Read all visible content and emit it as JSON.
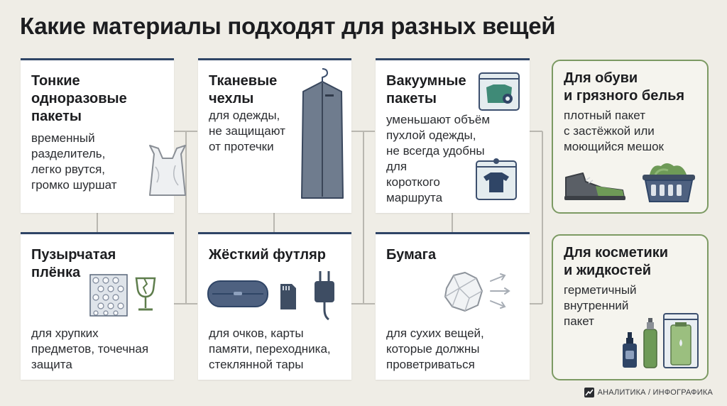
{
  "title": "Какие материалы подходят для разных вещей",
  "cards": {
    "thin_bags": {
      "title": "Тонкие\nодноразовые\nпакеты",
      "desc": "временный\nразделитель,\nлегко рвутся,\nгромко шуршат",
      "icon": "plastic-bag-icon"
    },
    "fabric_covers": {
      "title": "Тканевые\nчехлы",
      "desc": "для одежды,\nне защищают\nот протечки",
      "icon": "garment-cover-icon"
    },
    "vacuum_bags": {
      "title": "Вакуумные\nпакеты",
      "desc": "уменьшают объём\nпухлой одежды,\nне всегда удобны\nдля\nкороткого\nмаршрута",
      "icon": "vacuum-bag-icon"
    },
    "bubble_wrap": {
      "title": "Пузырчатая\nплёнка",
      "desc": "для хрупких\nпредметов, точечная\nзащита",
      "icon": "bubble-wrap-icon"
    },
    "hard_case": {
      "title": "Жёсткий футляр",
      "desc": "для очков, карты\nпамяти, переходника,\nстеклянной тары",
      "icon": "hard-case-icon"
    },
    "paper": {
      "title": "Бумага",
      "desc": "для сухих вещей,\nкоторые должны\nпроветриваться",
      "icon": "crumpled-paper-icon"
    }
  },
  "highlights": {
    "shoes": {
      "title": "Для обуви\nи грязного белья",
      "desc": "плотный пакет\nс застёжкой или\nмоющийся мешок",
      "icon": "shoes-laundry-icon"
    },
    "cosmetics": {
      "title": "Для косметики\nи жидкостей",
      "desc": "герметичный\nвнутренний\nпакет",
      "icon": "toiletries-icon"
    }
  },
  "footer": {
    "label": "АНАЛИТИКА / ИНФОГРАФИКА",
    "icon": "chart-logo-icon"
  },
  "colors": {
    "card_accent": "#2f4566",
    "highlight_border": "#7c9a63",
    "background": "#efede6"
  }
}
